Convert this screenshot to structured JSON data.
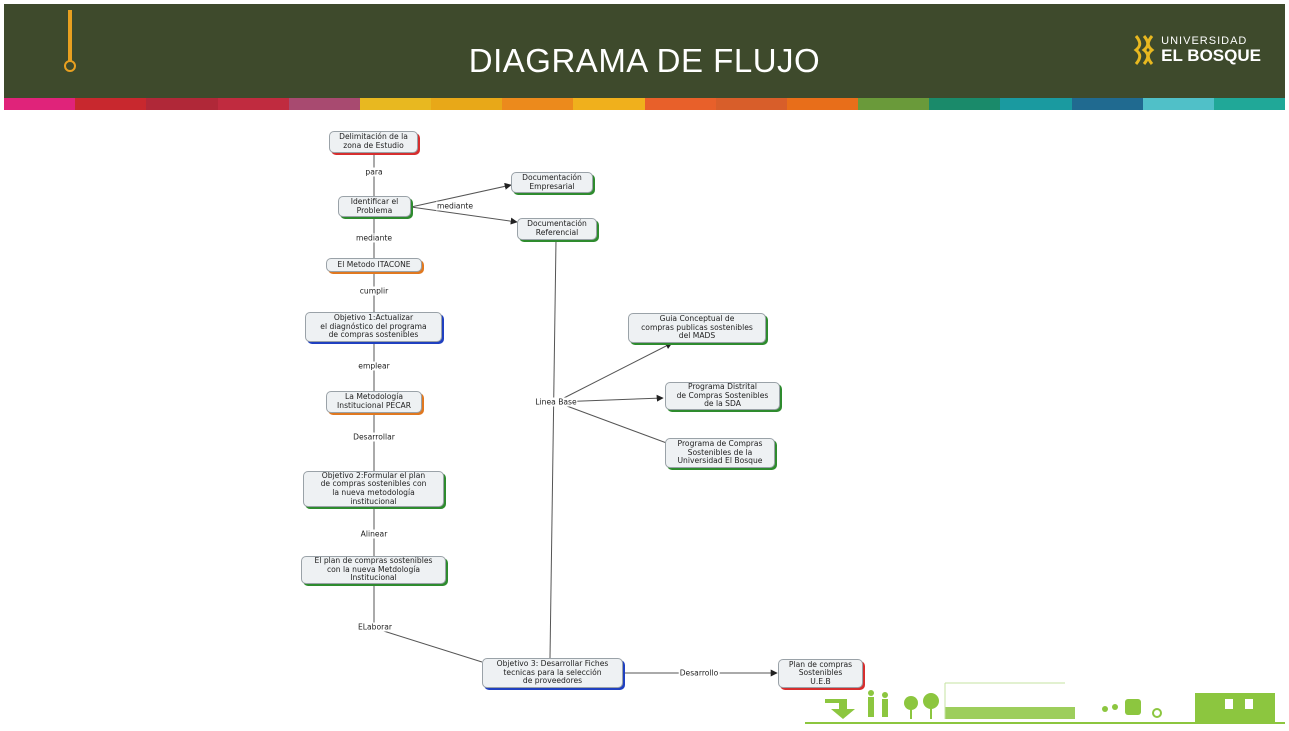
{
  "header": {
    "title": "DIAGRAMA DE FLUJO",
    "logo": {
      "line1": "UNIVERSIDAD",
      "line2": "EL BOSQUE"
    }
  },
  "colors": {
    "header_bg": "#3e4a2c",
    "stripe": [
      "#e0237a",
      "#c8282e",
      "#b02838",
      "#c02b3f",
      "#a84a70",
      "#e8b820",
      "#e8a818",
      "#ec8a1c",
      "#f0b01c",
      "#e8602a",
      "#d85e2a",
      "#e86e1a",
      "#6a9a3a",
      "#1a8a6a",
      "#1a9aa0",
      "#206a90",
      "#50c0c8",
      "#20a898"
    ],
    "accent_red": "#d62e2e",
    "accent_green": "#2e8b2e",
    "accent_orange": "#e07820",
    "accent_blue": "#2040c0"
  },
  "nodes": {
    "delimitacion": "Delimitación de la\nzona de Estudio",
    "identificar": "Identificar el\nProblema",
    "doc_empresarial": "Documentación\nEmpresarial",
    "doc_referencial": "Documentación\nReferencial",
    "metodo": "El Metodo ITACONE",
    "objetivo1": "Objetivo 1:Actualizar\nel diagnóstico del programa\nde compras sostenibles",
    "pecar": "La Metodología\nInstitucional PECAR",
    "objetivo2": "Objetivo 2:Formular el plan\nde compras  sostenibles con\nla nueva metodología\ninstitucional",
    "plan_compras": "El plan de compras sostenibles\ncon la nueva Metdología\nInstitucional",
    "objetivo3": "Objetivo 3: Desarrollar Fiches\ntecnicas  para la selección\nde proveedores",
    "plan_ueb": "Plan de compras\nSostenibles\nU.E.B",
    "guia": "Guia Conceptual de\ncompras publicas sostenibles\ndel MADS",
    "programa_sda": "Programa Distrital\nde Compras Sostenibles\nde la SDA",
    "programa_ueb": "Programa de Compras\nSostenibles  de la\nUniversidad El Bosque"
  },
  "edges": {
    "para": "para",
    "mediante1": "mediante",
    "mediante2": "mediante",
    "cumplir": "cumplir",
    "emplear": "emplear",
    "desarrollar": "Desarrollar",
    "alinear": "Alinear",
    "elaborar": "ELaborar",
    "desarrollo": "Desarrollo",
    "linea_base": "Linea Base"
  }
}
